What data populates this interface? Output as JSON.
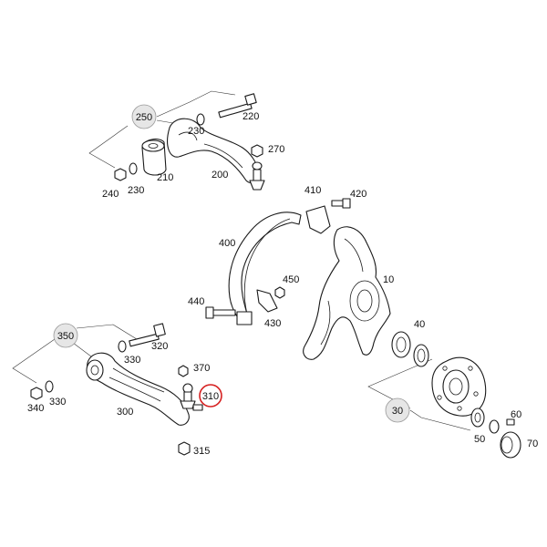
{
  "labels": {
    "p250": "250",
    "p220": "220",
    "p230a": "230",
    "p270": "270",
    "p200": "200",
    "p240": "240",
    "p230b": "230",
    "p210": "210",
    "p410": "410",
    "p420": "420",
    "p400": "400",
    "p10": "10",
    "p450": "450",
    "p440": "440",
    "p430": "430",
    "p40": "40",
    "p350": "350",
    "p320": "320",
    "p330a": "330",
    "p370": "370",
    "p310": "310",
    "p340": "340",
    "p330b": "330",
    "p300": "300",
    "p315": "315",
    "p30": "30",
    "p60": "60",
    "p50": "50",
    "p70": "70"
  },
  "colors": {
    "highlight_ring": "#d62020",
    "group_bubble": "#e6e6e6",
    "line": "#1a1a1a"
  },
  "highlighted_part": "310"
}
